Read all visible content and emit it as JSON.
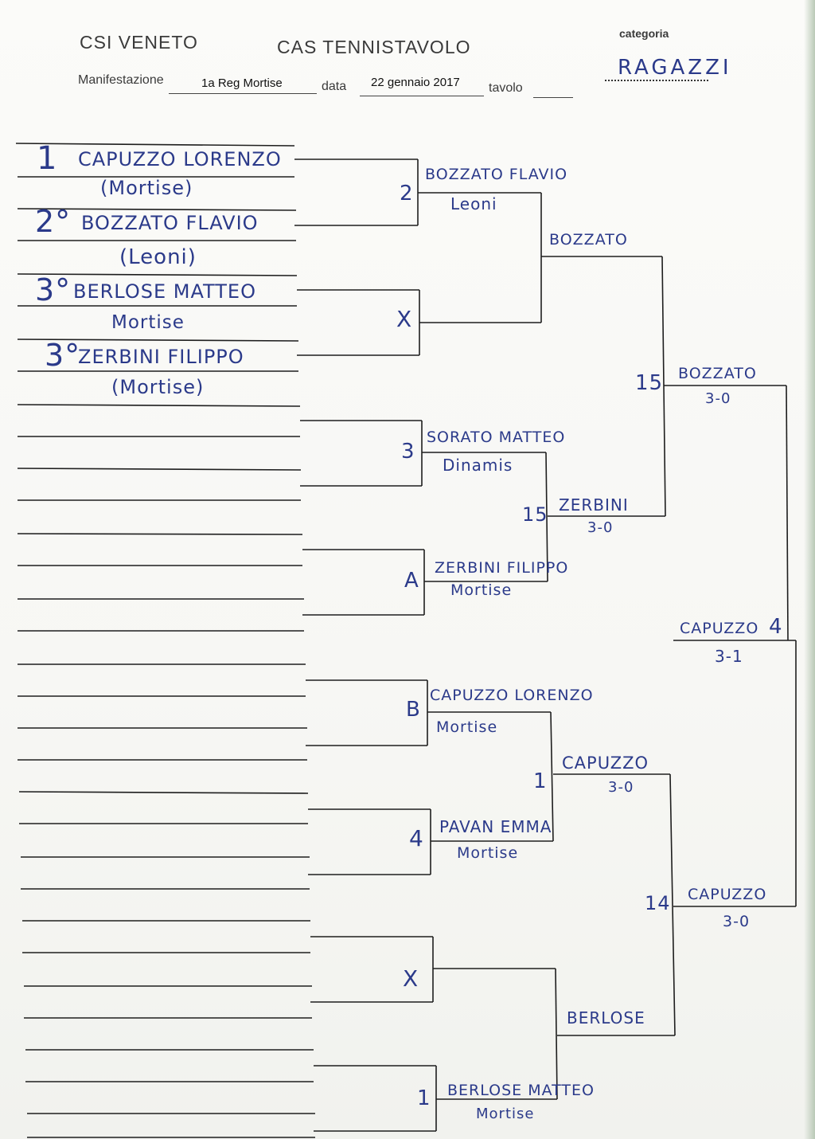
{
  "header": {
    "org": "CSI VENETO",
    "title": "CAS TENNISTAVOLO",
    "category_label": "categoria",
    "category_value": "RAGAZZI",
    "event_label": "Manifestazione",
    "event_value": "1a Reg  Mortise",
    "date_label": "data",
    "date_value": "22 gennaio 2017",
    "table_label": "tavolo"
  },
  "entries": [
    {
      "place": "1",
      "name": "CAPUZZO LORENZO",
      "club": "(Mortise)"
    },
    {
      "place": "2°",
      "name": "BOZZATO FLAVIO",
      "club": "(Leoni)"
    },
    {
      "place": "3°",
      "name": "BERLOSE MATTEO",
      "club": "Mortise"
    },
    {
      "place": "3°",
      "name": "ZERBINI FILIPPO",
      "club": "(Mortise)"
    }
  ],
  "round2": [
    {
      "seed": "2",
      "name": "BOZZATO FLAVIO",
      "club": "Leoni"
    },
    {
      "seed": "X",
      "name": "",
      "club": ""
    },
    {
      "seed": "3",
      "name": "SORATO MATTEO",
      "club": "Dinamis"
    },
    {
      "seed": "A",
      "name": "ZERBINI FILIPPO",
      "club": "Mortise"
    },
    {
      "seed": "B",
      "name": "CAPUZZO LORENZO",
      "club": "Mortise"
    },
    {
      "seed": "4",
      "name": "PAVAN EMMA",
      "club": "Mortise"
    },
    {
      "seed": "X",
      "name": "",
      "club": ""
    },
    {
      "seed": "1",
      "name": "BERLOSE MATTEO",
      "club": "Mortise"
    }
  ],
  "round3": [
    {
      "table": "",
      "name": "BOZZATO",
      "score": ""
    },
    {
      "table": "15",
      "name": "ZERBINI",
      "score": "3-0"
    },
    {
      "table": "1",
      "name": "CAPUZZO",
      "score": "3-0"
    },
    {
      "table": "",
      "name": "BERLOSE",
      "score": ""
    }
  ],
  "round4": [
    {
      "table": "15",
      "name": "BOZZATO",
      "score": "3-0"
    },
    {
      "table": "14",
      "name": "CAPUZZO",
      "score": "3-0"
    }
  ],
  "final": {
    "table": "4",
    "name": "CAPUZZO",
    "score": "3-1"
  }
}
